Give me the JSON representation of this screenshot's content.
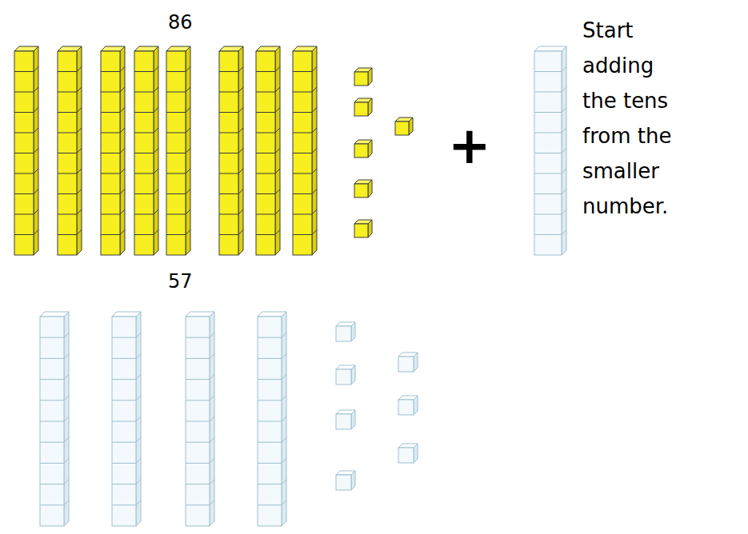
{
  "diagram": {
    "labels": [
      "86",
      "57",
      "+",
      "Start adding the tens from the smaller number."
    ]
  }
}
